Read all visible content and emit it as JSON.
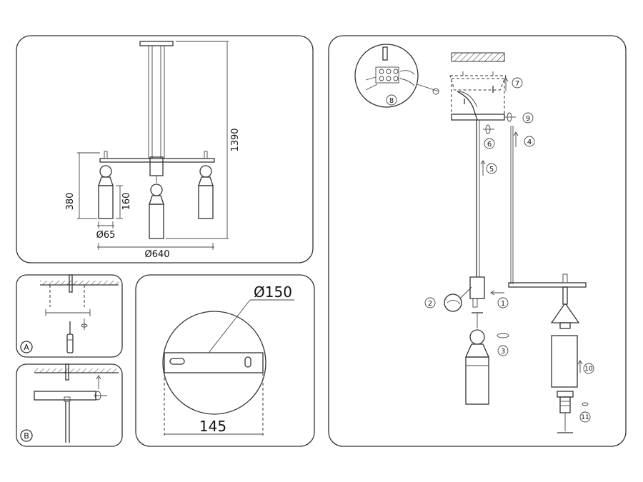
{
  "dimensions": {
    "height_total": "1390",
    "height_shade": "380",
    "height_glass": "160",
    "diameter_shade": "Ø65",
    "diameter_span": "Ø640",
    "canopy_diameter": "Ø150",
    "canopy_bracket": "145"
  },
  "steps": {
    "A": "A",
    "B": "B",
    "s1": "1",
    "s2": "2",
    "s3": "3",
    "s4": "4",
    "s5": "5",
    "s6": "6",
    "s7": "7",
    "s8": "8",
    "s9": "9",
    "s10": "10",
    "s11": "11"
  }
}
